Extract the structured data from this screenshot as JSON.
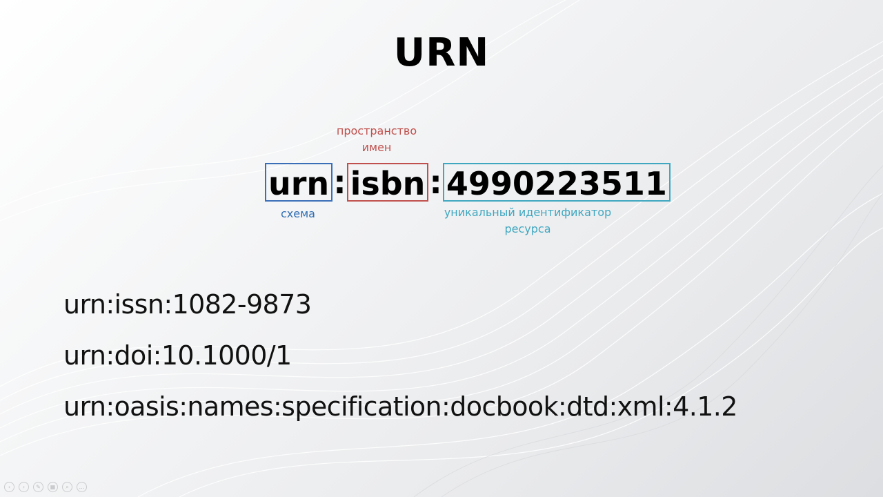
{
  "slide": {
    "title": "URN",
    "urn_example": {
      "scheme": "urn",
      "separator1": ":",
      "namespace": "isbn",
      "separator2": ":",
      "identifier": "4990223511"
    },
    "labels": {
      "namespace": "пространство имен",
      "scheme": "схема",
      "identifier": "уникальный идентификатор ресурса"
    },
    "examples": [
      "urn:issn:1082-9873",
      "urn:doi:10.1000/1",
      "urn:oasis:names:specification:docbook:dtd:xml:4.1.2"
    ]
  },
  "colors": {
    "scheme": "#3a6fb8",
    "namespace": "#c0504d",
    "identifier": "#3fa7c0"
  },
  "player_controls": [
    {
      "icon": "previous-icon",
      "glyph": "‹"
    },
    {
      "icon": "next-icon",
      "glyph": "›"
    },
    {
      "icon": "pen-icon",
      "glyph": "✎"
    },
    {
      "icon": "slides-icon",
      "glyph": "▦"
    },
    {
      "icon": "zoom-icon",
      "glyph": "⌕"
    },
    {
      "icon": "more-icon",
      "glyph": "…"
    }
  ]
}
